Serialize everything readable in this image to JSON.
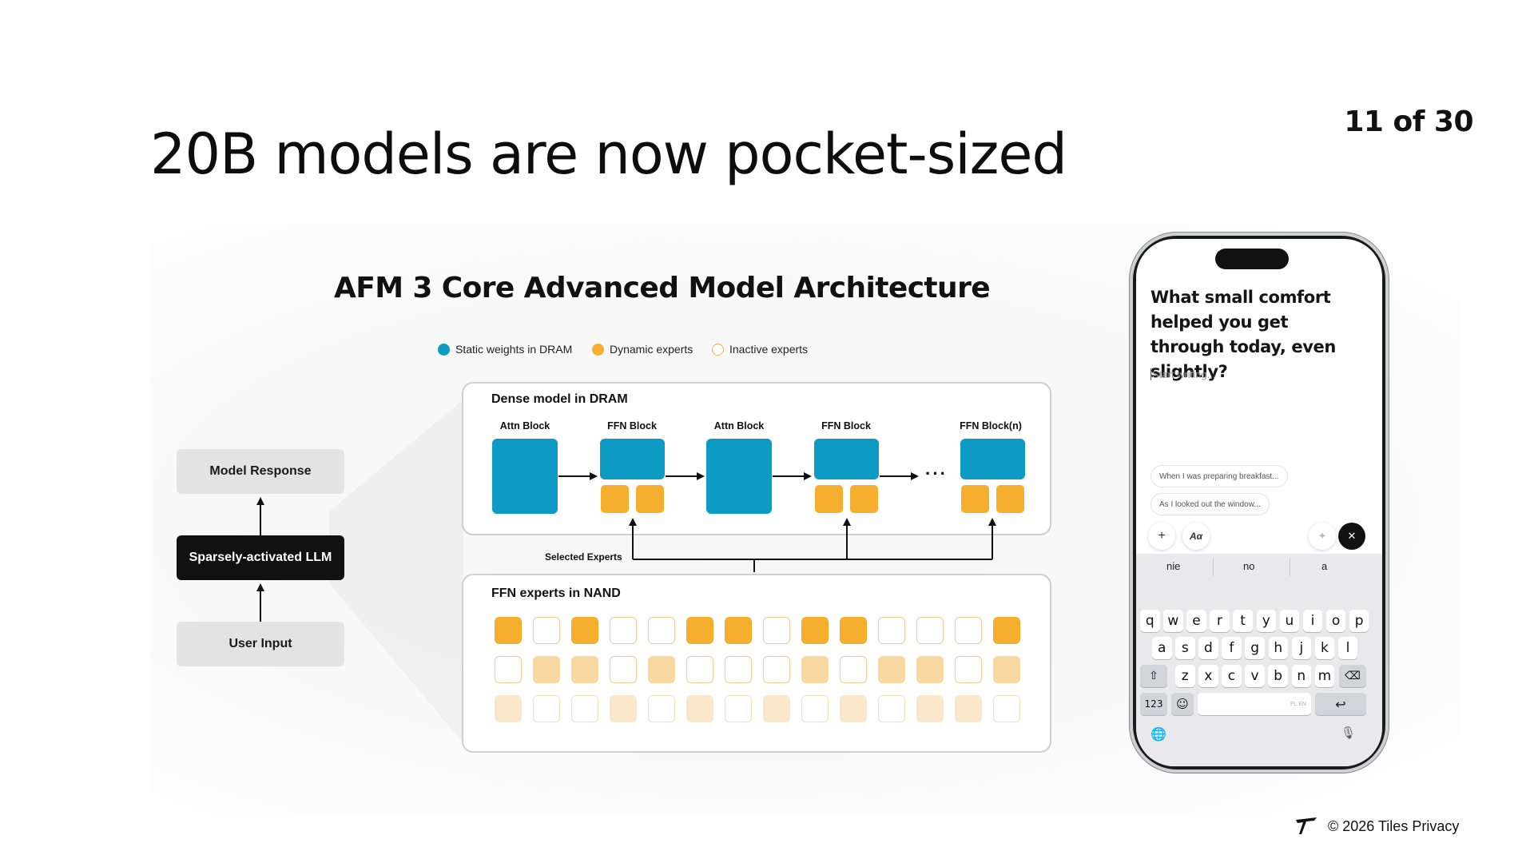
{
  "slide": {
    "title": "20B models are now pocket-sized",
    "page_number": "11 of 30"
  },
  "diagram": {
    "title": "AFM 3 Core Advanced Model Architecture",
    "legend": [
      {
        "label": "Static weights in DRAM",
        "color": "#0d9ac4",
        "style": "filled"
      },
      {
        "label": "Dynamic experts",
        "color": "#f5ae2e",
        "style": "filled"
      },
      {
        "label": "Inactive experts",
        "color": "#f5ae2e",
        "style": "outline"
      }
    ],
    "flow": {
      "top": "Model Response",
      "middle": "Sparsely-activated LLM",
      "bottom": "User Input"
    },
    "dense_panel": {
      "label": "Dense model in DRAM",
      "blocks": [
        "Attn Block",
        "FFN Block",
        "Attn Block",
        "FFN Block",
        "FFN Block(n)"
      ],
      "ellipsis": "···"
    },
    "selected_experts_label": "Selected Experts",
    "nand_panel": {
      "label": "FFN experts in NAND",
      "rows": [
        [
          "full",
          "emp",
          "full",
          "emp",
          "emp",
          "full",
          "full",
          "emp",
          "full",
          "full",
          "emp",
          "emp",
          "emp",
          "full"
        ],
        [
          "emp",
          "med",
          "med",
          "emp",
          "med",
          "emp",
          "emp",
          "emp",
          "med",
          "emp",
          "med",
          "med",
          "emp",
          "med"
        ],
        [
          "light",
          "emp2",
          "emp2",
          "light",
          "emp2",
          "light",
          "emp2",
          "light",
          "emp2",
          "light",
          "emp2",
          "light",
          "light",
          "emp2"
        ]
      ]
    }
  },
  "phone": {
    "question": "What small comfort helped you get through today, even slightly?",
    "placeholder": "Start writing...",
    "chips": [
      "When I was preparing breakfast...",
      "As I looked out the window..."
    ],
    "toolbar": {
      "add": "+",
      "format": "Aα",
      "sparkle": "✦",
      "close": "✕"
    },
    "keyboard": {
      "suggestions": [
        "nie",
        "no",
        "a"
      ],
      "row1": [
        "q",
        "w",
        "e",
        "r",
        "t",
        "y",
        "u",
        "i",
        "o",
        "p"
      ],
      "row2": [
        "a",
        "s",
        "d",
        "f",
        "g",
        "h",
        "j",
        "k",
        "l"
      ],
      "row3": [
        "z",
        "x",
        "c",
        "v",
        "b",
        "n",
        "m"
      ],
      "shift": "⇧",
      "backspace": "⌫",
      "numbers": "123",
      "emoji": "☺",
      "space_hint": "PL EN",
      "return": "↩",
      "globe": "🌐",
      "mic": "🎙"
    }
  },
  "footer": {
    "copyright": "© 2026 Tiles Privacy"
  }
}
